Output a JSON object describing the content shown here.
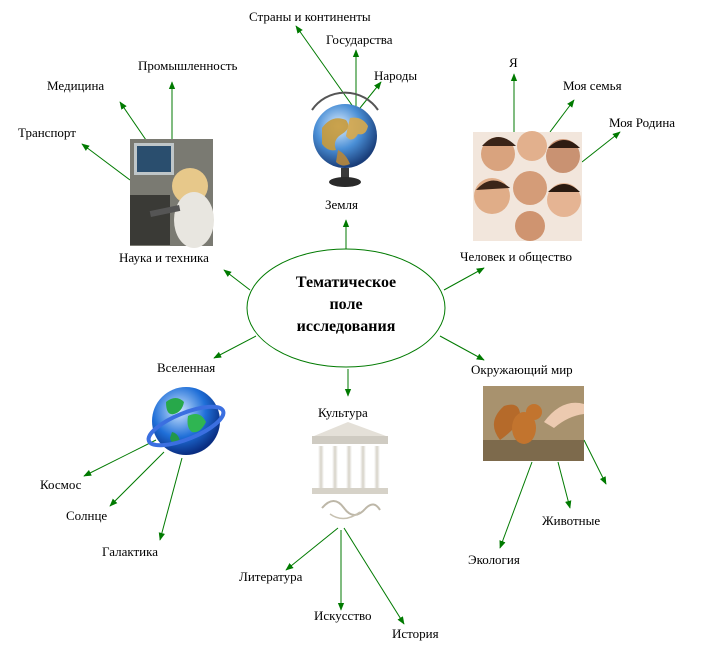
{
  "center": {
    "lines": [
      "Тематическое",
      "поле",
      "исследования"
    ]
  },
  "hubs": {
    "earth": "Земля",
    "science": "Наука и техника",
    "human": "Человек и общество",
    "universe": "Вселенная",
    "culture": "Культура",
    "world": "Окружающий мир"
  },
  "leaves": {
    "countries": "Страны и континенты",
    "states": "Государства",
    "peoples": "Народы",
    "industry": "Промышленность",
    "medicine": "Медицина",
    "transport": "Транспорт",
    "me": "Я",
    "family": "Моя семья",
    "homeland": "Моя Родина",
    "cosmos": "Космос",
    "sun": "Солнце",
    "galaxy": "Галактика",
    "literature": "Литература",
    "art": "Искусство",
    "history": "История",
    "ecology": "Экология",
    "animals": "Животные"
  },
  "colors": {
    "arrow": "#007a00",
    "outline": "#007a00"
  },
  "pictures": {
    "globe": "globe-picture",
    "computer": "computer-picture",
    "faces": "faces-picture",
    "planet": "planet-picture",
    "temple": "temple-picture",
    "squirrel": "squirrel-picture"
  }
}
